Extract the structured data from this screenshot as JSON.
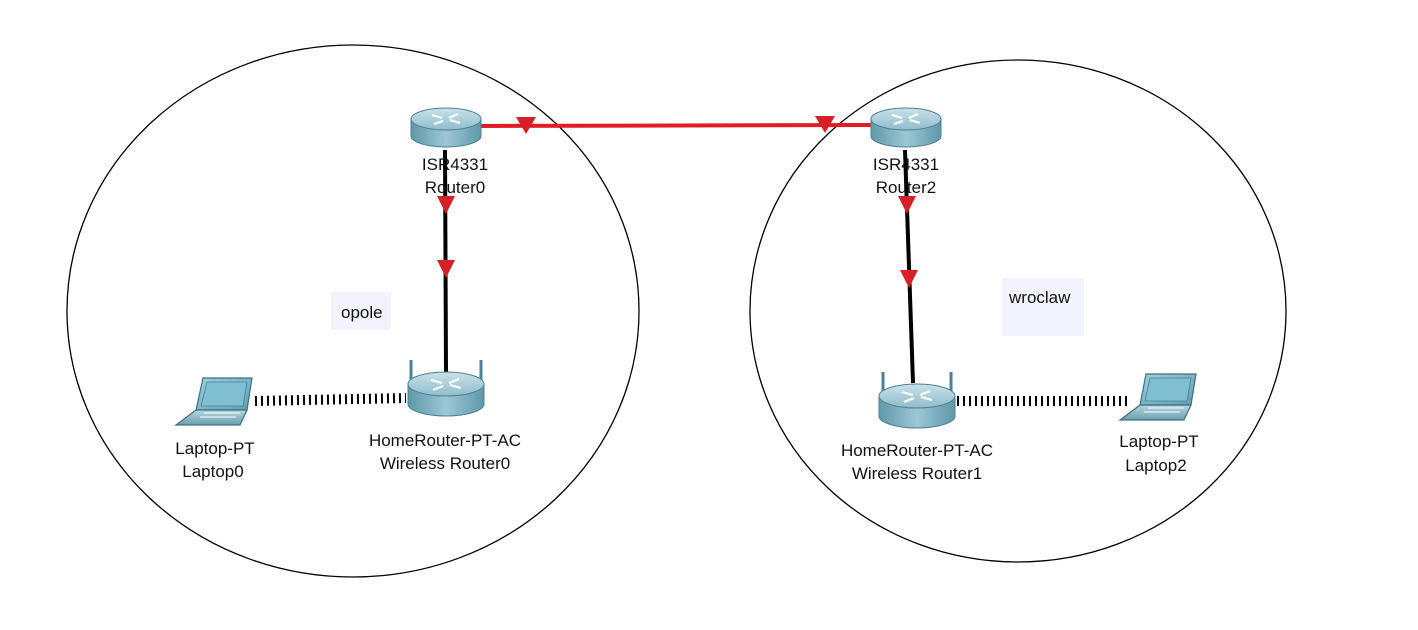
{
  "diagram": {
    "zones": [
      {
        "id": "zone-opole",
        "note": "opole"
      },
      {
        "id": "zone-wroclaw",
        "note": "wroclaw"
      }
    ],
    "devices": {
      "router0": {
        "model": "ISR4331",
        "name": "Router0"
      },
      "router2": {
        "model": "ISR4331",
        "name": "Router2"
      },
      "wireless_router0": {
        "model": "HomeRouter-PT-AC",
        "name": "Wireless Router0"
      },
      "wireless_router1": {
        "model": "HomeRouter-PT-AC",
        "name": "Wireless Router1"
      },
      "laptop0": {
        "model": "Laptop-PT",
        "name": "Laptop0"
      },
      "laptop2": {
        "model": "Laptop-PT",
        "name": "Laptop2"
      }
    },
    "links": [
      {
        "from": "router0",
        "to": "router2",
        "type": "serial",
        "color": "#e31b23",
        "status": "down"
      },
      {
        "from": "router0",
        "to": "wireless_router0",
        "type": "copper",
        "color": "#000000",
        "status": "down"
      },
      {
        "from": "router2",
        "to": "wireless_router1",
        "type": "copper",
        "color": "#000000",
        "status": "down"
      },
      {
        "from": "wireless_router0",
        "to": "laptop0",
        "type": "wireless",
        "color": "#000000"
      },
      {
        "from": "wireless_router1",
        "to": "laptop2",
        "type": "wireless",
        "color": "#000000"
      }
    ],
    "colors": {
      "link_down_marker": "#d61f26",
      "serial_link": "#e31b23",
      "device_body": "#6fa3b4",
      "note_background": "#f3f3fb"
    }
  }
}
